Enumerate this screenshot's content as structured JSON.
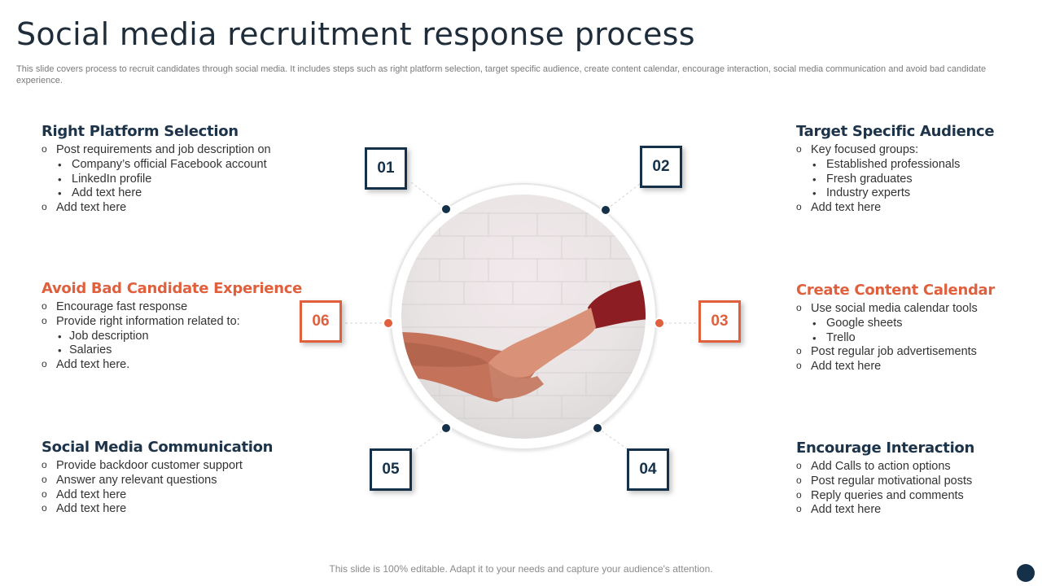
{
  "title": "Social media recruitment response process",
  "subtitle": "This slide covers process to recruit candidates through social media. It includes steps such as right platform selection, target specific audience, create content calendar, encourage interaction, social media communication and avoid bad candidate experience.",
  "footer": "This slide is 100% editable. Adapt it to your needs and capture your audience's attention.",
  "colors": {
    "navy": "#153049",
    "orange": "#e0603d"
  },
  "center_image": "handshake-photo",
  "steps": [
    {
      "number": "01",
      "heading": "Right Platform Selection",
      "lines": [
        "Post requirements and job description on",
        "Company’s official Facebook account",
        "LinkedIn profile",
        "Add text here",
        "Add text here"
      ]
    },
    {
      "number": "02",
      "heading": "Target Specific Audience",
      "lines": [
        "Key focused groups:",
        "Established professionals",
        "Fresh graduates",
        "Industry experts",
        "Add text here"
      ]
    },
    {
      "number": "03",
      "heading": "Create Content Calendar",
      "lines": [
        " Use social media calendar tools",
        "Google sheets",
        "Trello",
        "Post regular job advertisements",
        "Add text here"
      ]
    },
    {
      "number": "04",
      "heading": "Encourage Interaction",
      "lines": [
        "Add Calls to action options",
        "Post regular motivational posts",
        "Reply queries and comments",
        "Add text here"
      ]
    },
    {
      "number": "05",
      "heading": "Social Media Communication",
      "lines": [
        "Provide backdoor customer support",
        "Answer any relevant  questions",
        "Add text here",
        "Add text here"
      ]
    },
    {
      "number": "06",
      "heading": "Avoid Bad Candidate Experience",
      "lines": [
        "Encourage fast response",
        "Provide right information related to:",
        "Job description",
        "Salaries",
        "Add text here."
      ]
    }
  ]
}
